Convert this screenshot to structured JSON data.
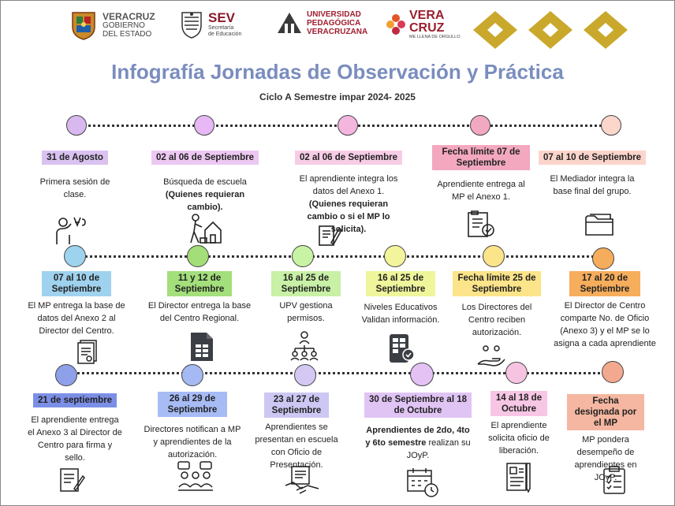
{
  "header": {
    "logo1_line1": "VERACRUZ",
    "logo1_line2": "GOBIERNO",
    "logo1_line3": "DEL ESTADO",
    "logo2_main": "SEV",
    "logo2_sub1": "Secretaría",
    "logo2_sub2": "de Educación",
    "logo3_line1": "UNIVERSIDAD",
    "logo3_line2": "PEDAGÓGICA",
    "logo3_line3": "VERACRUZANA",
    "logo4_line1": "VERA",
    "logo4_line2": "CRUZ",
    "logo4_tag": "ME LLENA DE ORGULLO",
    "title": "Infografía Jornadas de Observación y Práctica",
    "subtitle": "Ciclo A Semestre impar 2024- 2025"
  },
  "row1": [
    {
      "date": "31 de Agosto",
      "desc": "Primera sesión de clase.",
      "color": "#d9c2f0",
      "dot": "#d9b8f0"
    },
    {
      "date": "02 al 06 de Septiembre",
      "desc_a": "Búsqueda de escuela",
      "desc_b": "(Quienes requieran cambio).",
      "color": "#edc8f2",
      "dot": "#e7b8f5"
    },
    {
      "date": "02 al 06 de Septiembre",
      "desc_a": "El aprendiente integra los datos del Anexo 1.",
      "desc_b": "(Quienes requieran cambio o si el MP lo solicita).",
      "color": "#f7cde6",
      "dot": "#f4b6df"
    },
    {
      "date": "Fecha límite 07 de Septiembre",
      "desc": "Aprendiente entrega al MP el Anexo 1.",
      "color": "#f3a8c0",
      "dot": "#f3a8c2"
    },
    {
      "date": "07 al 10 de Septiembre",
      "desc": "El Mediador integra la base final del grupo.",
      "color": "#fbd5cc",
      "dot": "#fbd6cb"
    }
  ],
  "row2": [
    {
      "date": "07 al 10 de Septiembre",
      "desc": "El MP entrega la base de datos del Anexo 2 al Director del Centro.",
      "color": "#9fd2ee",
      "dot": "#9dd3ef"
    },
    {
      "date": "11 y 12 de Septiembre",
      "desc": "El Director entrega la base del Centro Regional.",
      "color": "#a3df7b",
      "dot": "#a3de78"
    },
    {
      "date": "16 al 25 de Septiembre",
      "desc": "UPV gestiona permisos.",
      "color": "#c8f0a6",
      "dot": "#c8f2a4"
    },
    {
      "date": "16 al 25 de Septiembre",
      "desc": "Niveles Educativos Validan información.",
      "color": "#eef59b",
      "dot": "#f2f59b"
    },
    {
      "date": "Fecha límite 25 de Septiembre",
      "desc": "Los Directores del Centro reciben autorización.",
      "color": "#fbe489",
      "dot": "#fbe48a"
    },
    {
      "date": "17 al 20 de Septiembre",
      "desc": "El Director de Centro comparte No. de Oficio (Anexo 3) y el MP se lo asigna a cada aprendiente",
      "color": "#f6ad5c",
      "dot": "#f5ac5c"
    }
  ],
  "row3": [
    {
      "date": "21 de septiembre",
      "desc": "El aprendiente entrega el Anexo 3 al Director de Centro para firma y sello.",
      "color": "#7c8fe6",
      "dot": "#8fa0ea"
    },
    {
      "date": "26 al 29 de Septiembre",
      "desc": "Directores notifican a MP y aprendientes de la autorización.",
      "color": "#a7bbf5",
      "dot": "#a5b9f3"
    },
    {
      "date": "23 al 27 de Septiembre",
      "desc": "Aprendientes se presentan en escuela con Oficio de Presentación.",
      "color": "#ccc7f3",
      "dot": "#d4c8f3"
    },
    {
      "date": "30 de Septiembre al 18 de Octubre",
      "desc_a": "Aprendientes de 2do, 4to y 6to semestre",
      "desc_b": " realizan su JOyP.",
      "color": "#e0c4f4",
      "dot": "#e4c2f4"
    },
    {
      "date": "14 al 18 de Octubre",
      "desc": "El aprendiente solicita oficio de liberación.",
      "color": "#f7c6e4",
      "dot": "#f6c4e1"
    },
    {
      "date": "Fecha designada por el MP",
      "desc": "MP pondera desempeño de aprendientes en JOyP.",
      "color": "#f5b7a1",
      "dot": "#f3a98f"
    }
  ]
}
